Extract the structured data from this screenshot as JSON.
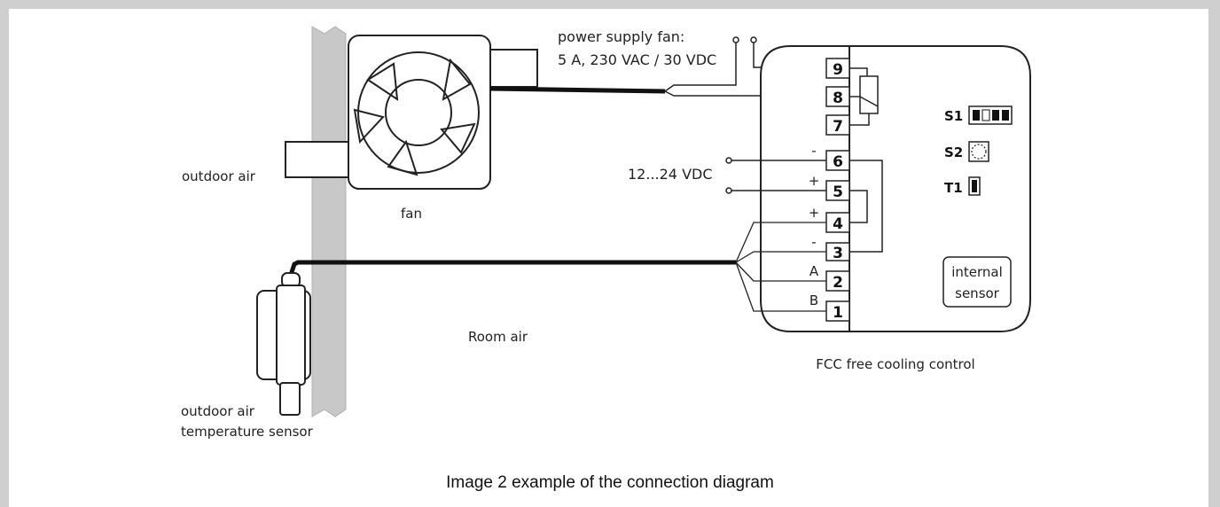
{
  "labels": {
    "outdoor_air": "outdoor air",
    "fan": "fan",
    "power_supply_line1": "power supply fan:",
    "power_supply_line2": "5 A, 230 VAC / 30 VDC",
    "dc_supply": "12...24 VDC",
    "room_air": "Room air",
    "sensor_line1": "outdoor air",
    "sensor_line2": "temperature sensor",
    "controller": "FCC free cooling control",
    "internal_sensor_line1": "internal",
    "internal_sensor_line2": "sensor",
    "caption": "Image  2 example of the connection diagram"
  },
  "terminals": [
    "9",
    "8",
    "7",
    "6",
    "5",
    "4",
    "3",
    "2",
    "1"
  ],
  "polarity": {
    "t6": "-",
    "t5": "+",
    "t4": "+",
    "t3": "-",
    "t2": "A",
    "t1": "B"
  },
  "switches": {
    "s1": "S1",
    "s2": "S2",
    "t1": "T1"
  },
  "colors": {
    "frame": "#cfcfcf",
    "wall": "#c8c8c8",
    "line": "#222222"
  }
}
